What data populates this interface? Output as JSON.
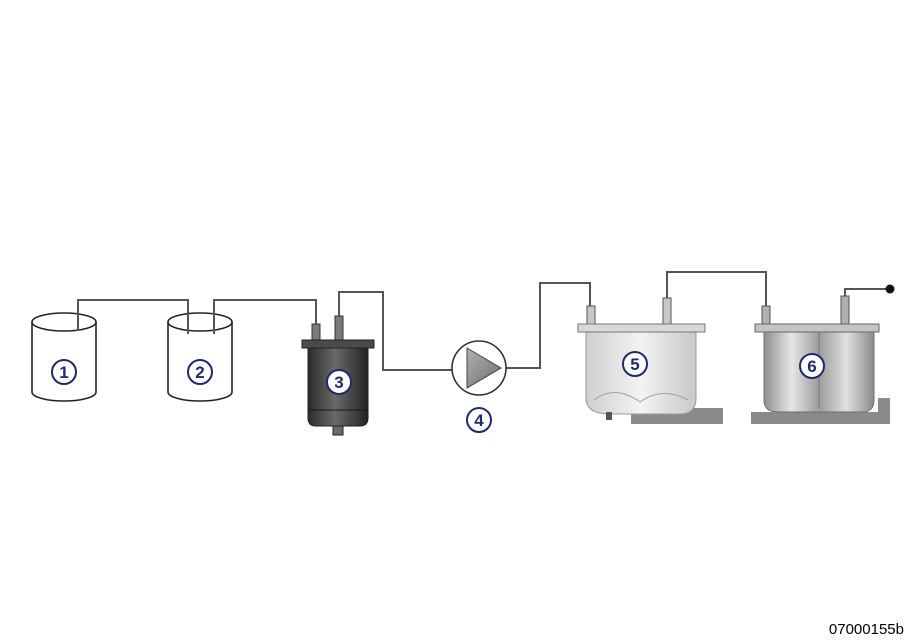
{
  "diagram": {
    "callouts": [
      "1",
      "2",
      "3",
      "4",
      "5",
      "6"
    ],
    "reference_code": "07000155b",
    "colors": {
      "line": "#555555",
      "callout_stroke": "#1f2a6b",
      "callout_text": "#1f2a6b",
      "dark_unit": "#3a3a3a",
      "light_tank": "#e2e2e2",
      "metal_tank": "#b8b8b8",
      "base": "#8a8a8a"
    }
  }
}
